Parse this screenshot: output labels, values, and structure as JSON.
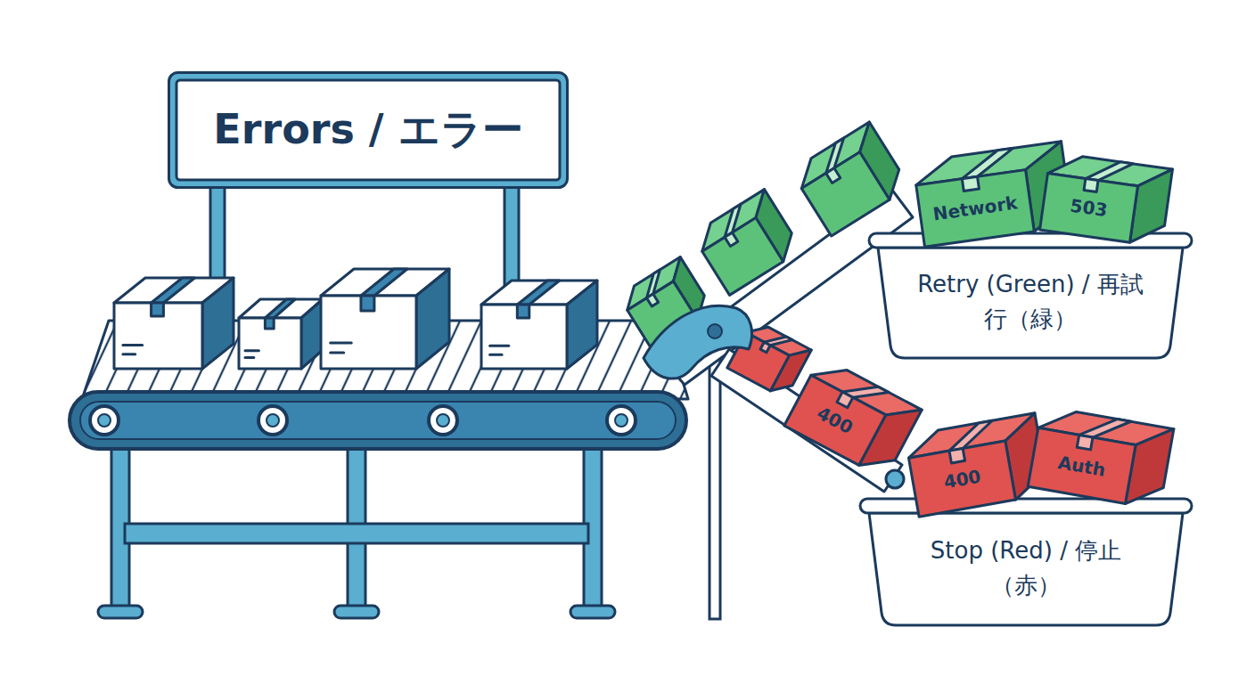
{
  "diagram": {
    "nodes": [
      {
        "text": [
          "Errors / エラー"
        ]
      },
      {
        "text": [
          "Retry (Green) / 再試行（緑）"
        ]
      },
      {
        "text": [
          "Network"
        ],
        "in": 1
      },
      {
        "text": [
          "503"
        ],
        "in": 1
      },
      {
        "text": [
          "400"
        ]
      },
      {
        "text": [
          "Stop (Red) / 停止（赤）"
        ]
      },
      {
        "text": [
          "400"
        ],
        "in": 5
      },
      {
        "text": [
          "Auth"
        ],
        "in": 5
      }
    ]
  }
}
